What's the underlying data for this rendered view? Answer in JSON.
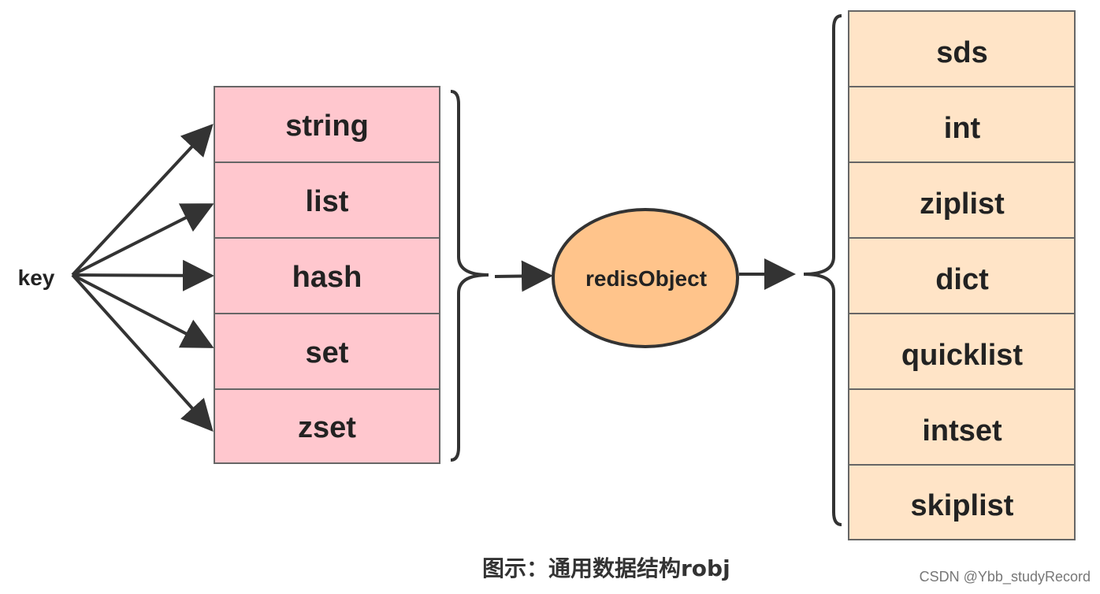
{
  "key_label": "key",
  "types": [
    "string",
    "list",
    "hash",
    "set",
    "zset"
  ],
  "center_label": "redisObject",
  "encodings": [
    "sds",
    "int",
    "ziplist",
    "dict",
    "quicklist",
    "intset",
    "skiplist"
  ],
  "caption": "图示：通用数据结构robj",
  "credit": "CSDN @Ybb_studyRecord",
  "colors": {
    "type_fill": "#ffc7ce",
    "encoding_fill": "#ffe4c7",
    "object_fill": "#ffc48b",
    "stroke": "#333333"
  }
}
